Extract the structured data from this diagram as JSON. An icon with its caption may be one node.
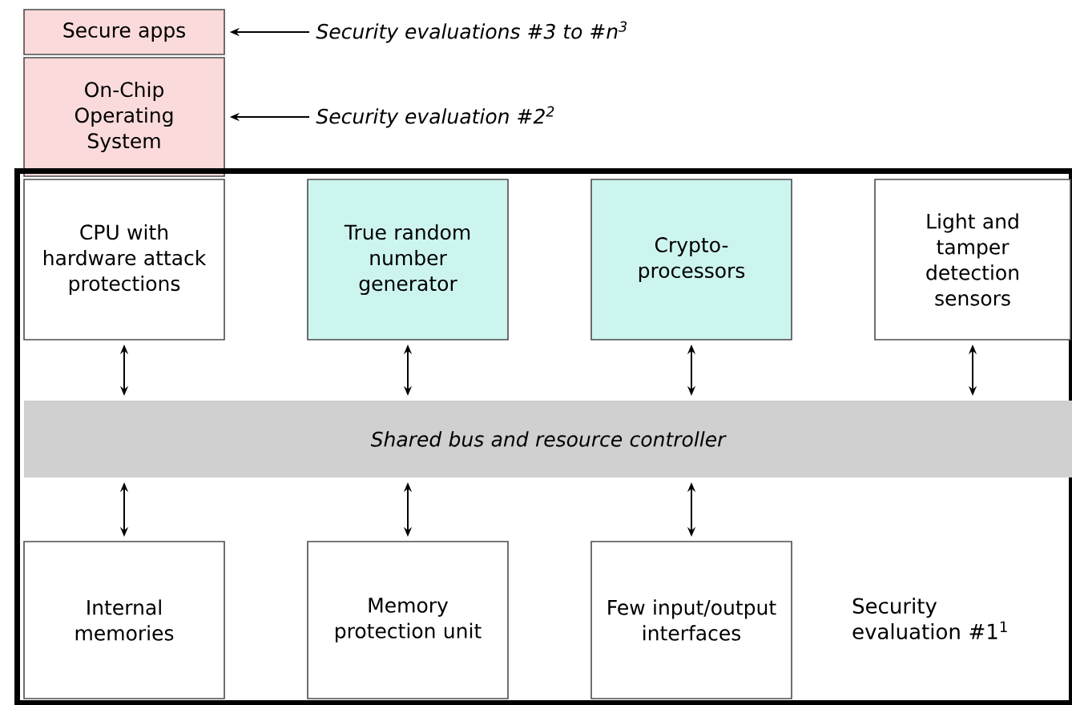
{
  "diagram": {
    "nodes": [
      {
        "text": [
          "Secure apps"
        ]
      },
      {
        "text": [
          "On-Chip Operating System"
        ]
      },
      {
        "text": [
          "Security evaluations #3 to #n$^{3}$"
        ]
      },
      {
        "text": [
          "Security evaluation #2$^{2}$"
        ]
      },
      {
        "text": [
          "Security evaluation #1$^{1}$"
        ]
      },
      {
        "text": [
          "CPU with hardware attack protections"
        ],
        "in": 4
      },
      {
        "text": [
          "True random number generator"
        ],
        "in": 4
      },
      {
        "text": [
          "Crypto-processors"
        ],
        "in": 4
      },
      {
        "text": [
          "Light and tamper detection sensors"
        ],
        "in": 4
      },
      {
        "text": [
          "Shared bus and resource controller"
        ],
        "in": 4
      },
      {
        "text": [
          "Internal memories"
        ],
        "in": 4
      },
      {
        "text": [
          "Memory protection unit"
        ],
        "in": 4
      },
      {
        "text": [
          "Few input/output interfaces"
        ],
        "in": 4
      }
    ],
    "edges": [
      {
        "from": 2,
        "to": 0,
        "arrow": "to"
      },
      {
        "from": 3,
        "to": 1,
        "arrow": "to"
      },
      {
        "from": 5,
        "to": 9,
        "arrow": "both"
      },
      {
        "from": 6,
        "to": 9,
        "arrow": "both"
      },
      {
        "from": 7,
        "to": 9,
        "arrow": "both"
      },
      {
        "from": 8,
        "to": 9,
        "arrow": "both"
      },
      {
        "from": 9,
        "to": 10,
        "arrow": "both"
      },
      {
        "from": 9,
        "to": 11,
        "arrow": "both"
      },
      {
        "from": 9,
        "to": 12,
        "arrow": "both"
      }
    ]
  }
}
